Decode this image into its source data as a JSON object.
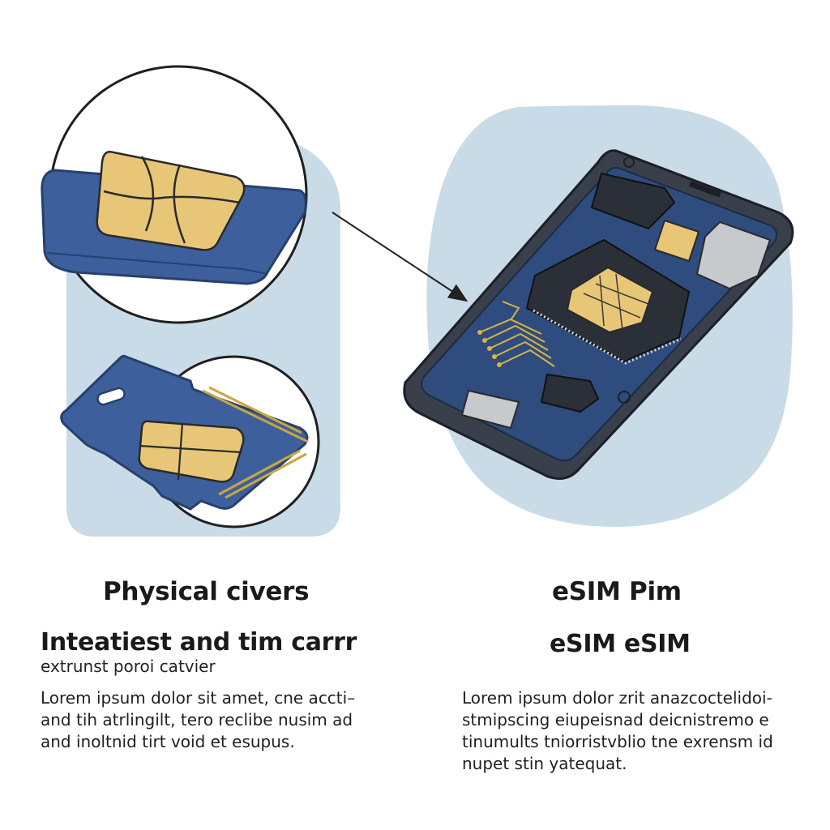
{
  "colors": {
    "panel": "#c9dbe6",
    "card_blue": "#3d5f9c",
    "card_edge": "#27406e",
    "chip_gold": "#e7c777",
    "phone_frame": "#3a3f4c",
    "pcb_blue": "#2f4c7e",
    "trace_gold": "#d8b247"
  },
  "icons": {
    "left_top": "sim-card-icon",
    "left_bottom": "sim-card-tray-icon",
    "right": "phone-esim-board-icon",
    "connector": "arrow-icon"
  },
  "left": {
    "heading": "Physical civers",
    "subheading": "Inteatiest and tim carrr",
    "caption": "extrunst poroi catvier",
    "paragraph": [
      "Lorem ipsum dolor sit amet,  cne accti–",
      "and tih atrlingilt, tero reclibe nusim ad",
      "and inoltnid tirt void  et esupus."
    ]
  },
  "right": {
    "heading": "eSIM Pim",
    "subheading": "eSIM eSIM",
    "paragraph": [
      "Lorem ipsum dolor zrit anazcoctelidoi-",
      "stmipscing  eiupeisnad deicnistremo e",
      "tinumults tniorristvblio tne exrensm id",
      "nupet stin yatequat."
    ]
  }
}
